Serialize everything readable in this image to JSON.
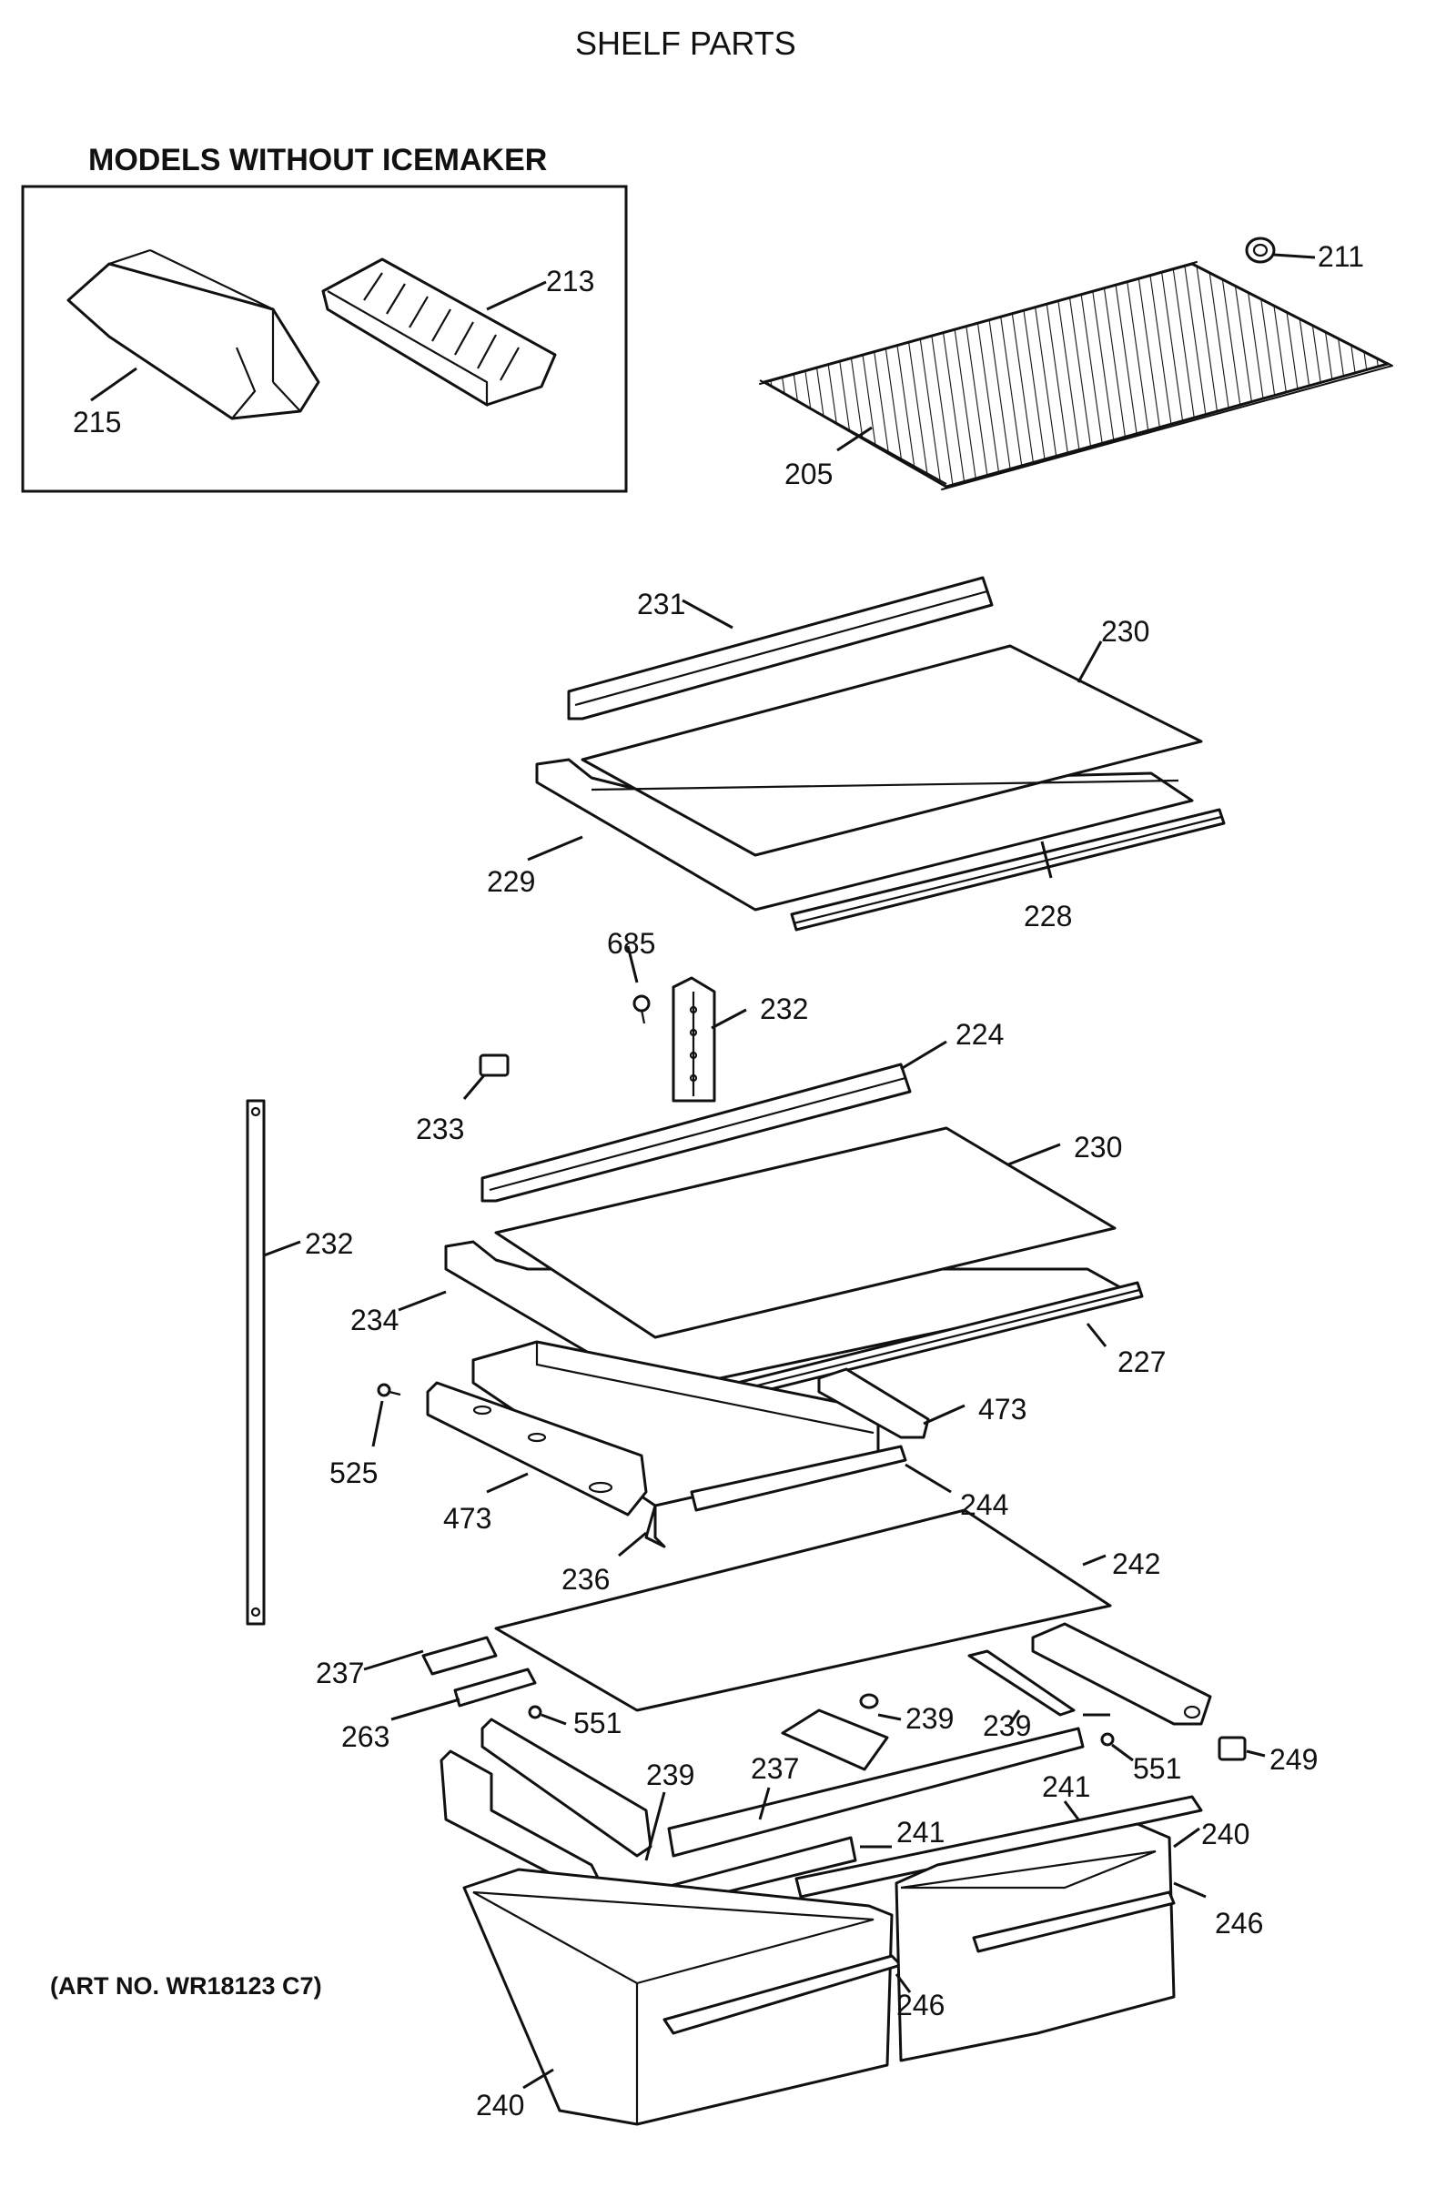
{
  "title": "SHELF PARTS",
  "inset_heading": "MODELS WITHOUT ICEMAKER",
  "art_number": "(ART NO. WR18123 C7)",
  "callouts": [
    {
      "id": "c215",
      "label": "215"
    },
    {
      "id": "c213",
      "label": "213"
    },
    {
      "id": "c211",
      "label": "211"
    },
    {
      "id": "c205",
      "label": "205"
    },
    {
      "id": "c231",
      "label": "231"
    },
    {
      "id": "c230a",
      "label": "230"
    },
    {
      "id": "c229",
      "label": "229"
    },
    {
      "id": "c228",
      "label": "228"
    },
    {
      "id": "c685",
      "label": "685"
    },
    {
      "id": "c232a",
      "label": "232"
    },
    {
      "id": "c224",
      "label": "224"
    },
    {
      "id": "c233",
      "label": "233"
    },
    {
      "id": "c230b",
      "label": "230"
    },
    {
      "id": "c232b",
      "label": "232"
    },
    {
      "id": "c234",
      "label": "234"
    },
    {
      "id": "c227",
      "label": "227"
    },
    {
      "id": "c473a",
      "label": "473"
    },
    {
      "id": "c525",
      "label": "525"
    },
    {
      "id": "c473b",
      "label": "473"
    },
    {
      "id": "c244",
      "label": "244"
    },
    {
      "id": "c236",
      "label": "236"
    },
    {
      "id": "c242",
      "label": "242"
    },
    {
      "id": "c237a",
      "label": "237"
    },
    {
      "id": "c263",
      "label": "263"
    },
    {
      "id": "c551a",
      "label": "551"
    },
    {
      "id": "c239a",
      "label": "239"
    },
    {
      "id": "c239b",
      "label": "239"
    },
    {
      "id": "c551b",
      "label": "551"
    },
    {
      "id": "c249",
      "label": "249"
    },
    {
      "id": "c239c",
      "label": "239"
    },
    {
      "id": "c237b",
      "label": "237"
    },
    {
      "id": "c241a",
      "label": "241"
    },
    {
      "id": "c241b",
      "label": "241"
    },
    {
      "id": "c240a",
      "label": "240"
    },
    {
      "id": "c246a",
      "label": "246"
    },
    {
      "id": "c246b",
      "label": "246"
    },
    {
      "id": "c240b",
      "label": "240"
    }
  ]
}
